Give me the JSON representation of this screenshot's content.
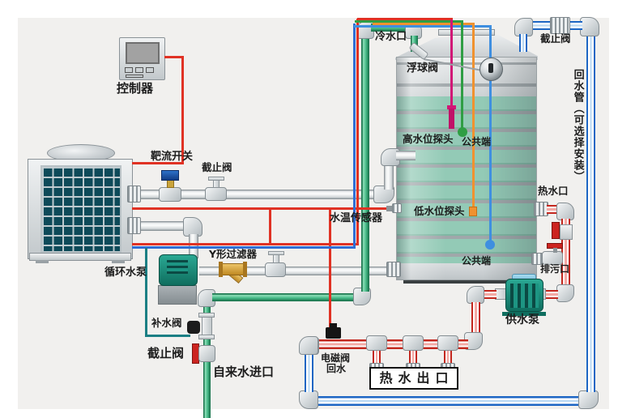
{
  "labels": {
    "controller": "控制器",
    "flow_switch": "靶流开关",
    "stop_valve_top": "截止阀",
    "cold_water_port": "冷水口",
    "float_valve": "浮球阀",
    "stop_valve_right": "截止阀",
    "return_pipe_note": "回水管（可选择安装）",
    "high_level_probe": "高水位探头",
    "common_terminal_high": "公共端",
    "low_level_probe": "低水位探头",
    "common_terminal_low": "公共端",
    "hot_water_port": "热水口",
    "water_temp_sensor": "水温传感器",
    "y_filter": "Y形过滤器",
    "circulation_pump": "循环水泵",
    "makeup_valve": "补水阀",
    "stop_valve_bottom": "截止阀",
    "tap_water_inlet": "自来水进口",
    "drain_port": "排污口",
    "supply_pump": "供水泵",
    "solenoid_valve_line1": "电磁阀",
    "solenoid_valve_line2": "回水",
    "hot_water_outlet": "热水出口"
  },
  "colors": {
    "hot_pipe_red": "#c3271e",
    "cold_pipe_green": "#45b886",
    "return_pipe_blue": "#1d66c4",
    "tank_band_teal": "#93cab6",
    "wire_red": "#e03224",
    "wire_blue": "#2f6fd6",
    "wire_green": "#2f9e44",
    "wire_orange": "#f0922f",
    "wire_magenta": "#d11676",
    "wire_teal": "#1b7f84",
    "flow_switch_cap": "#15509c",
    "filter_gold": "#d8a23a",
    "pump_teal": "#17897b"
  }
}
